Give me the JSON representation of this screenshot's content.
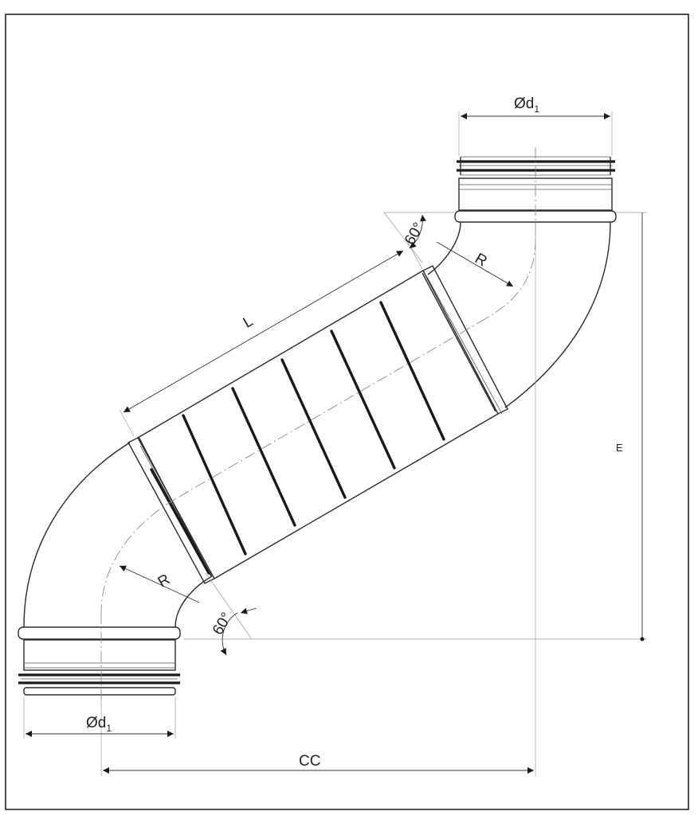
{
  "labels": {
    "diameter_top": {
      "main": "Ød",
      "sub": "1"
    },
    "diameter_bottom": {
      "main": "Ød",
      "sub": "1"
    },
    "length": "L",
    "radius_top": "R",
    "radius_bottom": "R",
    "angle_top": "60°",
    "angle_bottom": "60°",
    "offset": "E",
    "center_distance": "CC"
  },
  "colors": {
    "line": "#2a2a2a",
    "centerline": "#8a8a8a",
    "background": "#ffffff"
  }
}
